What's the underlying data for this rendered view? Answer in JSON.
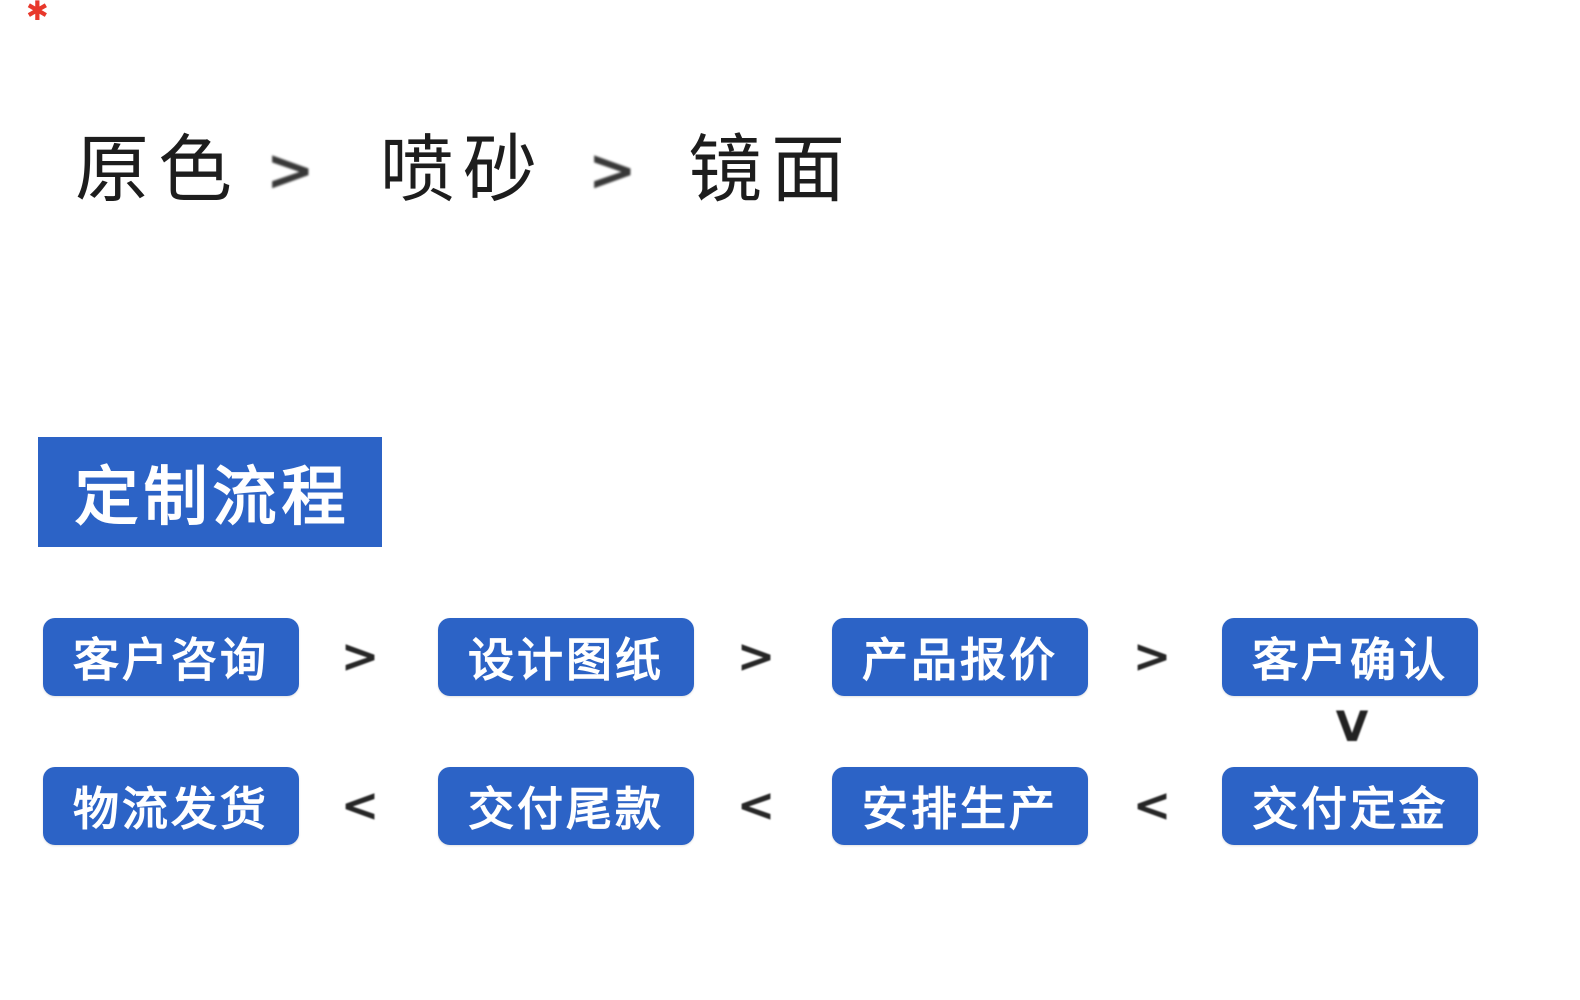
{
  "marker": {
    "glyph": "✱",
    "color": "#e8382b"
  },
  "finish_row": {
    "options": [
      "原色",
      "喷砂",
      "镜面"
    ],
    "separator": ">"
  },
  "section_header": {
    "title": "定制流程"
  },
  "flow": {
    "row1": {
      "steps": [
        "客户咨询",
        "设计图纸",
        "产品报价",
        "客户确认"
      ],
      "separator": ">"
    },
    "down_connector": "V",
    "row2": {
      "steps": [
        "物流发货",
        "交付尾款",
        "安排生产",
        "交付定金"
      ],
      "separator": "<"
    }
  },
  "colors": {
    "primary_blue": "#2c63c6",
    "text_dark": "#1d1d1d",
    "arrow_dark": "#262626",
    "step_text": "#ffffff",
    "background": "#ffffff"
  }
}
